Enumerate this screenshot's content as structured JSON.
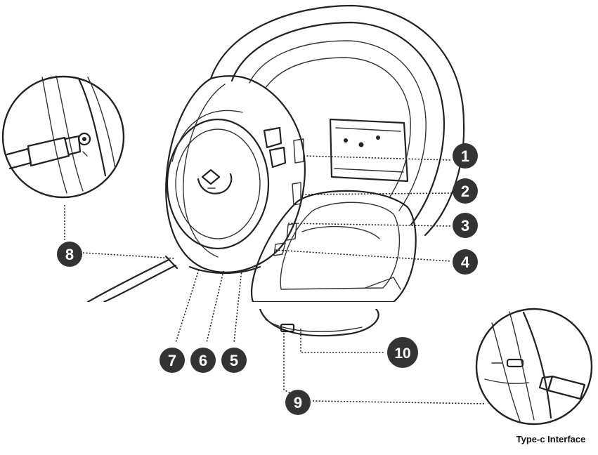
{
  "callouts": [
    {
      "id": "1",
      "label": "1"
    },
    {
      "id": "2",
      "label": "2"
    },
    {
      "id": "3",
      "label": "3"
    },
    {
      "id": "4",
      "label": "4"
    },
    {
      "id": "5",
      "label": "5"
    },
    {
      "id": "6",
      "label": "6"
    },
    {
      "id": "7",
      "label": "7"
    },
    {
      "id": "8",
      "label": "8"
    },
    {
      "id": "9",
      "label": "9"
    },
    {
      "id": "10",
      "label": "10"
    }
  ],
  "inset_right_caption": "Type-c Interface",
  "colors": {
    "line": "#222222",
    "badge": "#333333",
    "background": "#ffffff"
  }
}
